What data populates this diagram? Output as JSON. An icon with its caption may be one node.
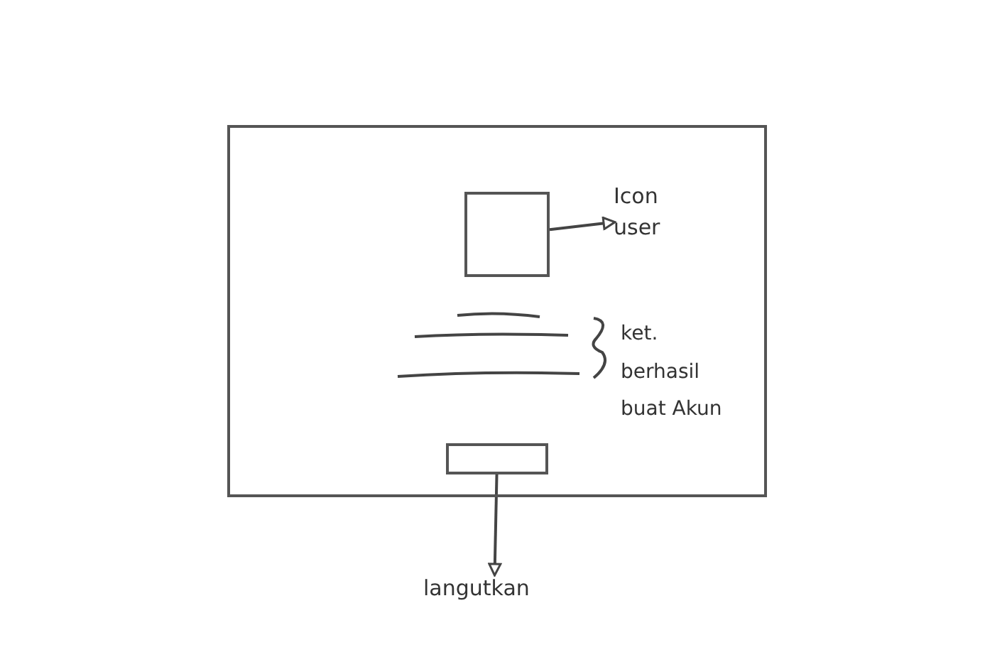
{
  "diagram": {
    "nodes": [
      {
        "text": [],
        "shape": "box"
      },
      {
        "text": [],
        "shape": "box",
        "in": 0
      },
      {
        "text": [
          "Icon user"
        ],
        "in": 0
      },
      {
        "text": [],
        "shape": "box",
        "in": 0
      },
      {
        "text": [
          "langutkan"
        ]
      }
    ],
    "edges": [
      {
        "from": 1,
        "to": 2,
        "arrow": "to"
      },
      {
        "from": 3,
        "to": 4,
        "arrow": "to"
      }
    ],
    "labels": [
      "ket. berhasil buat Akun"
    ]
  }
}
